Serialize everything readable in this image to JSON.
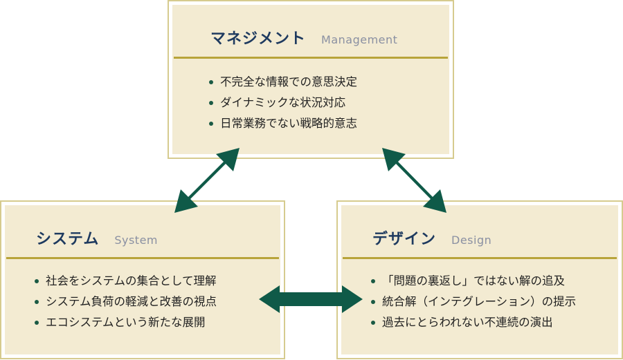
{
  "colors": {
    "box_fill": "#f3ebd2",
    "box_border": "#d6cb8e",
    "rule": "#b8a43a",
    "title": "#1e3a5f",
    "subtitle": "#8a90a2",
    "arrow": "#0f5a48"
  },
  "management": {
    "title_ja": "マネジメント",
    "title_en": "Management",
    "items": [
      "不完全な情報での意思決定",
      "ダイナミックな状況対応",
      "日常業務でない戦略的意志"
    ]
  },
  "system": {
    "title_ja": "システム",
    "title_en": "System",
    "items": [
      "社会をシステムの集合として理解",
      "システム負荷の軽減と改善の視点",
      "エコシステムという新たな展開"
    ]
  },
  "design": {
    "title_ja": "デザイン",
    "title_en": "Design",
    "items": [
      "「問題の裏返し」ではない解の追及",
      "統合解（インテグレーション）の提示",
      "過去にとらわれない不連続の演出"
    ]
  }
}
